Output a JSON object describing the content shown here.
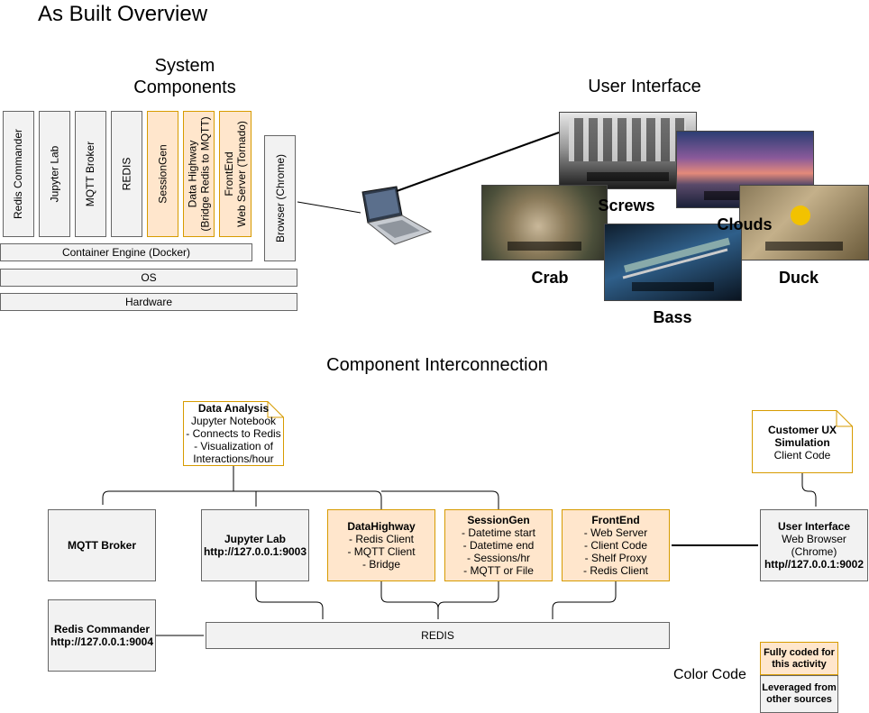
{
  "title": "As Built Overview",
  "system_components": {
    "heading": "System Components",
    "stack": [
      {
        "label": "Redis Commander",
        "kind": "leveraged"
      },
      {
        "label": "Jupyter Lab",
        "kind": "leveraged"
      },
      {
        "label": "MQTT Broker",
        "kind": "leveraged"
      },
      {
        "label": "REDIS",
        "kind": "leveraged"
      },
      {
        "label": "SessionGen",
        "kind": "coded"
      },
      {
        "label": "Data Highway\n(Bridge Redis to MQTT)",
        "kind": "coded"
      },
      {
        "label": "FrontEnd\nWeb Server (Tornado)",
        "kind": "coded"
      }
    ],
    "browser": "Browser (Chrome)",
    "container_engine": "Container Engine (Docker)",
    "os": "OS",
    "hardware": "Hardware"
  },
  "user_interface": {
    "heading": "User Interface",
    "screens": [
      "Screws",
      "Clouds",
      "Crab",
      "Duck",
      "Bass"
    ]
  },
  "interconnection": {
    "heading": "Component Interconnection",
    "data_analysis_note": {
      "title": "Data Analysis",
      "lines": [
        "Jupyter Notebook",
        "- Connects to Redis",
        "- Visualization of",
        "Interactions/hour"
      ]
    },
    "customer_note": {
      "title": "Customer UX\nSimulation",
      "lines": [
        "Client Code"
      ]
    },
    "mqtt_broker": {
      "title": "MQTT Broker"
    },
    "jupyter_lab": {
      "title": "Jupyter Lab",
      "url": "http://127.0.0.1:9003"
    },
    "datahighway": {
      "title": "DataHighway",
      "lines": [
        "- Redis Client",
        "- MQTT Client",
        "- Bridge"
      ]
    },
    "sessiongen": {
      "title": "SessionGen",
      "lines": [
        "- Datetime start",
        "- Datetime end",
        "- Sessions/hr",
        "- MQTT or File"
      ]
    },
    "frontend": {
      "title": "FrontEnd",
      "lines": [
        "- Web Server",
        "- Client Code",
        "- Shelf Proxy",
        "- Redis Client"
      ]
    },
    "user_interface_node": {
      "title": "User Interface",
      "lines": [
        "Web Browser",
        "(Chrome)"
      ],
      "url": "http//127.0.0.1:9002"
    },
    "redis_commander": {
      "title": "Redis Commander",
      "url": "http://127.0.0.1:9004"
    },
    "redis": {
      "title": "REDIS"
    }
  },
  "color_code": {
    "label": "Color Code",
    "coded": "Fully coded for this activity",
    "leveraged": "Leveraged from other sources"
  },
  "colors": {
    "coded_fill": "#ffe6cc",
    "coded_border": "#d79b00",
    "leveraged_fill": "#f2f2f2",
    "leveraged_border": "#666666"
  }
}
